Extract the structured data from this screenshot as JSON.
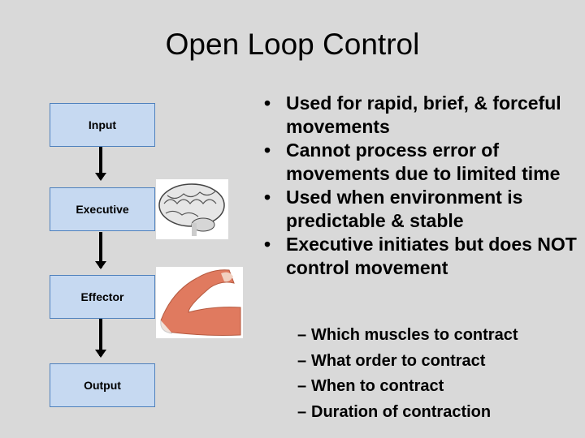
{
  "title": "Open Loop Control",
  "diagram": {
    "boxes": [
      "Input",
      "Executive",
      "Effector",
      "Output"
    ],
    "images": [
      "brain-illustration",
      "arm-muscle-illustration"
    ],
    "colors": {
      "box_fill": "#c6d9f1",
      "box_border": "#4f81bd",
      "background": "#d9d9d9"
    }
  },
  "bullets": [
    "Used for rapid, brief, & forceful movements",
    "Cannot process error of movements due to limited time",
    "Used when environment is predictable & stable",
    "Executive initiates but does NOT control movement"
  ],
  "sub_bullets": [
    "Which muscles to contract",
    "What order to contract",
    "When to contract",
    "Duration of contraction"
  ]
}
